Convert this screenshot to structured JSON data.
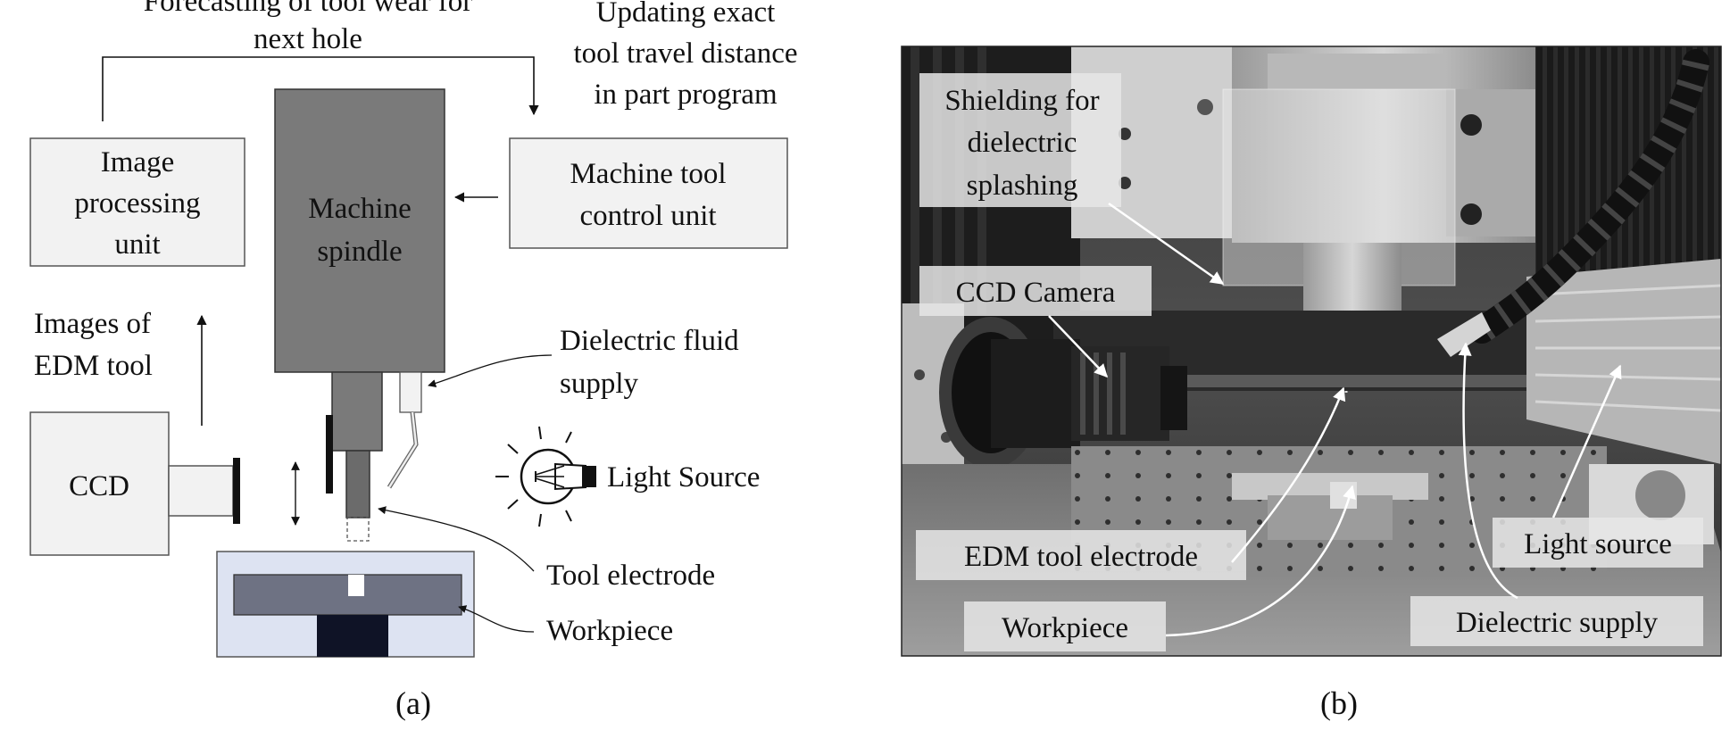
{
  "schematic": {
    "forecast_line1": "Forecasting of tool wear for",
    "forecast_line2": "next hole",
    "update_line1": "Updating exact",
    "update_line2": "tool travel distance",
    "update_line3": "in part program",
    "image_proc_line1": "Image",
    "image_proc_line2": "processing",
    "image_proc_line3": "unit",
    "spindle_line1": "Machine",
    "spindle_line2": "spindle",
    "control_line1": "Machine tool",
    "control_line2": "control unit",
    "images_line1": "Images of",
    "images_line2": "EDM tool",
    "ccd": "CCD",
    "dielectric_line1": "Dielectric fluid",
    "dielectric_line2": "supply",
    "light_source": "Light Source",
    "tool_electrode": "Tool electrode",
    "workpiece": "Workpiece",
    "caption": "(a)"
  },
  "photo": {
    "shield_line1": "Shielding for",
    "shield_line2": "dielectric",
    "shield_line3": "splashing",
    "ccd_camera": "CCD Camera",
    "edm_tool": "EDM tool electrode",
    "workpiece": "Workpiece",
    "light_source": "Light source",
    "dielectric_supply": "Dielectric supply",
    "caption": "(b)"
  },
  "colors": {
    "spindle": "#7a7a7a",
    "box_fill": "#f2f2f2",
    "work_table": "#dde3f2",
    "work_plate": "#6e7283",
    "work_base": "#0f1326",
    "label_bg": "#e6e6e6"
  }
}
